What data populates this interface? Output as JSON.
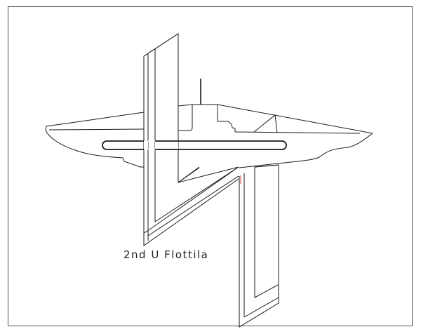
{
  "caption": "2nd U Flottila",
  "colors": {
    "line": "#1a1a1a",
    "frame": "#555555",
    "background": "#ffffff",
    "accent_mark": "#d04040"
  },
  "elements": {
    "emblem": "U-boat silhouette crossed by stylized angular letters",
    "frame": "rectangular border"
  }
}
